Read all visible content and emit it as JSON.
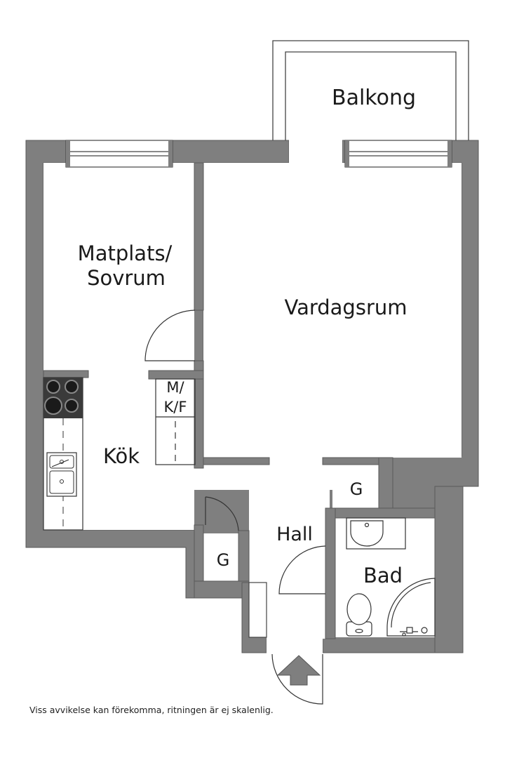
{
  "rooms": {
    "balkong": "Balkong",
    "matplats_line1": "Matplats/",
    "matplats_line2": "Sovrum",
    "vardagsrum": "Vardagsrum",
    "kok": "Kök",
    "mkf_line1": "M/",
    "mkf_line2": "K/F",
    "g_right": "G",
    "g_left": "G",
    "hall": "Hall",
    "bad": "Bad"
  },
  "disclaimer": "Viss avvikelse kan förekomma, ritningen är ej skalenlig.",
  "colors": {
    "wall": "#7f7f7f",
    "wall_stroke": "#5a5a5a",
    "line": "#333333",
    "floor": "#ffffff",
    "appliance": "#3a3a3a"
  }
}
